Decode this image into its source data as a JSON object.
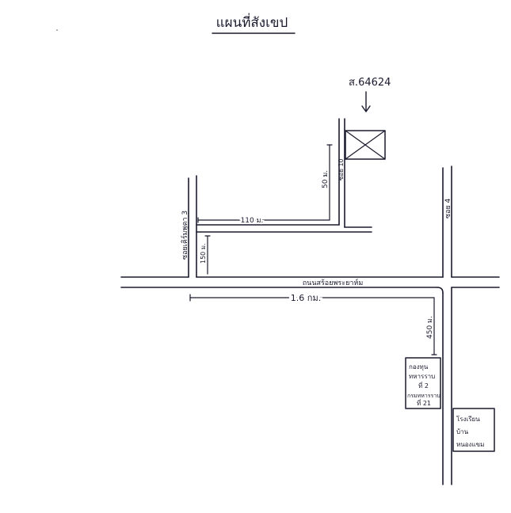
{
  "title": "แผนที่สังเขป",
  "parcel": {
    "label": "ส.64624"
  },
  "roads": {
    "main_road": "ถนนสร้อยพระยาห์ม",
    "soi_left": "ซอยเคิร์มพูดา 3",
    "soi_10": "ซอย 10",
    "soi_right": "ซอย 4"
  },
  "distances": {
    "d_50m": "50 ม.",
    "d_110m": "110 ม.",
    "d_150m": "150 ม.",
    "d_1_6km": "1.6 กม.",
    "d_450m": "450 ม."
  },
  "landmarks": {
    "office": {
      "line1": "กองทุน",
      "line2": "ทหารราบ",
      "line3": "ที่ 2",
      "line4": "กรมทหารราบ",
      "line5": "ที่ 21"
    },
    "school": {
      "line1": "โรงเรียน",
      "line2": "บ้าน",
      "line3": "หนองแขม"
    }
  }
}
